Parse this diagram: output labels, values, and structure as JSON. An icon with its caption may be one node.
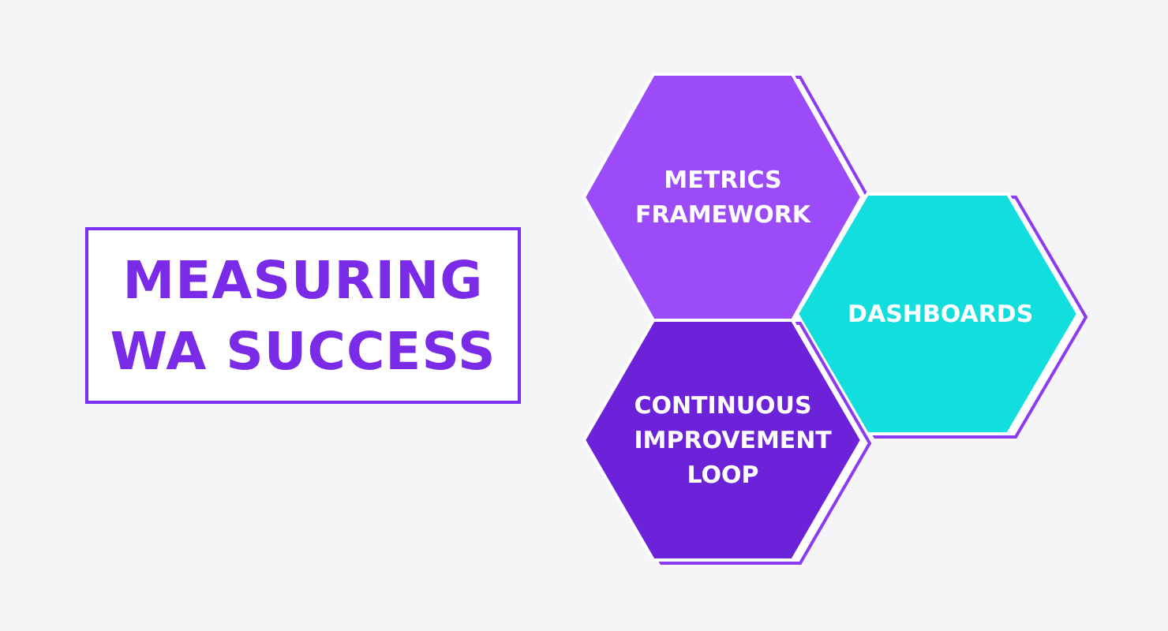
{
  "diagram": {
    "nodes": [
      {
        "text": [
          "MEASURING WA SUCCESS"
        ]
      },
      {
        "text": [
          "METRICS FRAMEWORK"
        ]
      },
      {
        "text": [
          "DASHBOARDS"
        ]
      },
      {
        "text": [
          "CONTINUOUS IMPROVEMENT LOOP"
        ]
      }
    ]
  }
}
